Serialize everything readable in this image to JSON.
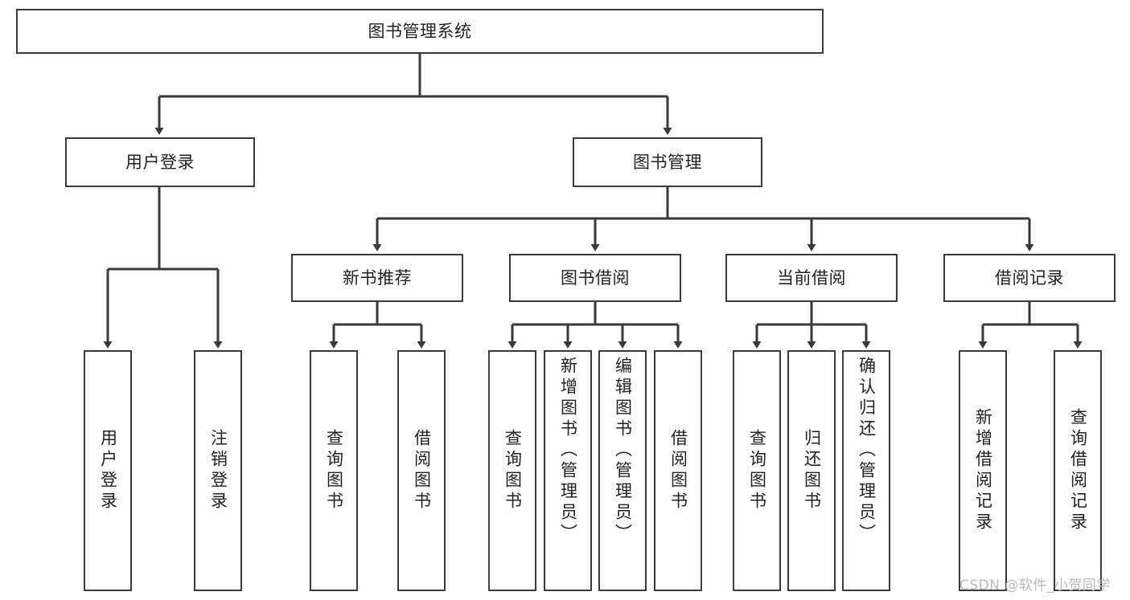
{
  "diagram": {
    "title": "图书管理系统",
    "type": "hierarchy-tree",
    "levels": 4,
    "colors": {
      "box_border": "#3a3a3a",
      "box_fill": "#ffffff",
      "connector": "#3a3a3a",
      "text": "#222222",
      "watermark": "#b9b9b9"
    },
    "root": {
      "label": "图书管理系统"
    },
    "level2": [
      {
        "label": "用户登录"
      },
      {
        "label": "图书管理"
      }
    ],
    "level3": [
      {
        "label": "新书推荐"
      },
      {
        "label": "图书借阅"
      },
      {
        "label": "当前借阅"
      },
      {
        "label": "借阅记录"
      }
    ],
    "leaves": [
      {
        "label": "用户登录",
        "parent": "用户登录"
      },
      {
        "label": "注销登录",
        "parent": "用户登录"
      },
      {
        "label": "查询图书",
        "parent": "新书推荐"
      },
      {
        "label": "借阅图书",
        "parent": "新书推荐"
      },
      {
        "label": "查询图书",
        "parent": "图书借阅"
      },
      {
        "label": "新增图书（管理员）",
        "parent": "图书借阅"
      },
      {
        "label": "编辑图书（管理员）",
        "parent": "图书借阅"
      },
      {
        "label": "借阅图书",
        "parent": "图书借阅"
      },
      {
        "label": "查询图书",
        "parent": "当前借阅"
      },
      {
        "label": "归还图书",
        "parent": "当前借阅"
      },
      {
        "label": "确认归还（管理员）",
        "parent": "当前借阅"
      },
      {
        "label": "新增借阅记录",
        "parent": "借阅记录"
      },
      {
        "label": "查询借阅记录",
        "parent": "借阅记录"
      }
    ]
  },
  "watermark": {
    "text": "CSDN @软件_小贺同学"
  }
}
